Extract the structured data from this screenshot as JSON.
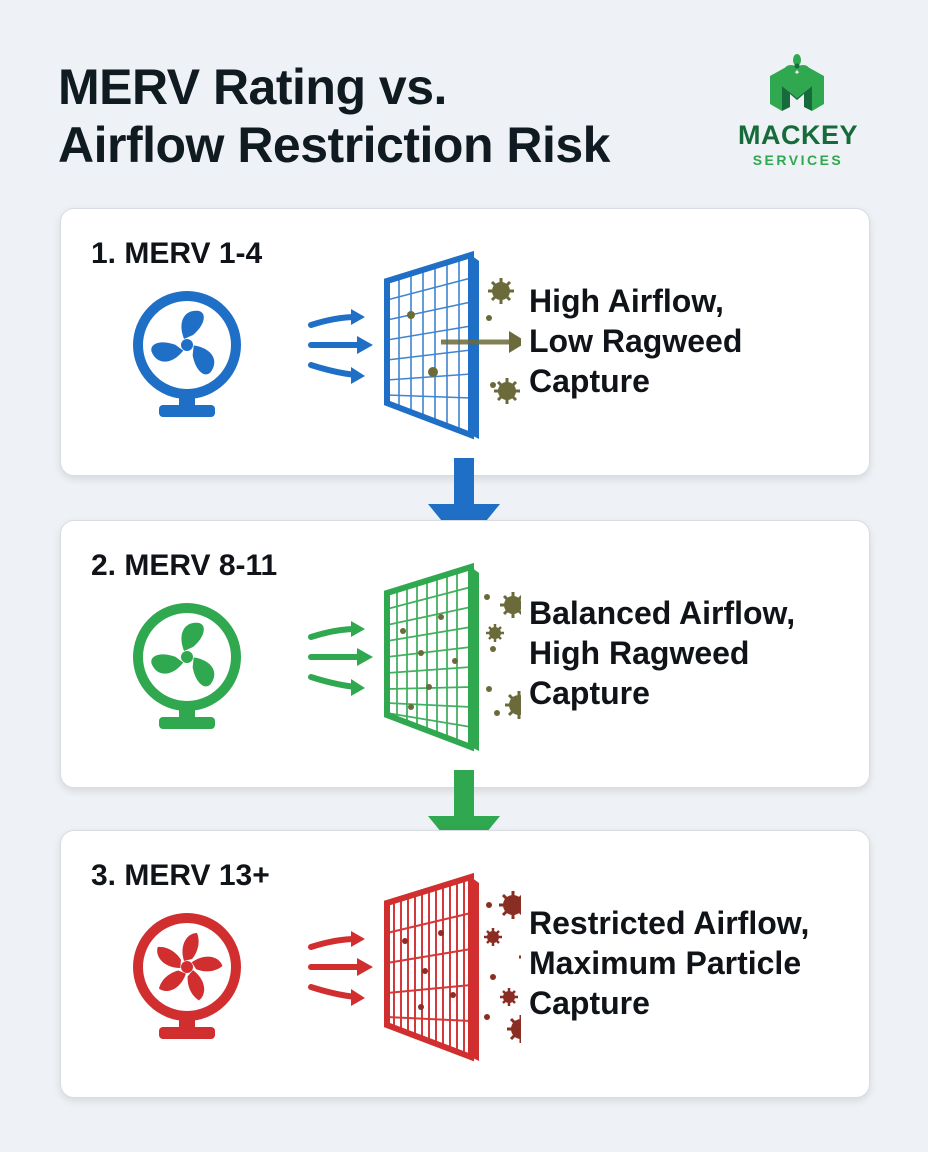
{
  "title": {
    "line1": "MERV Rating vs.",
    "line2": "Airflow Restriction Risk"
  },
  "logo": {
    "name": "MACKEY",
    "subtitle": "SERVICES",
    "mark_icon": "m-with-fan-icon",
    "color_dark": "#176b3a",
    "color_light": "#2fa84f"
  },
  "cards": [
    {
      "label": "1. MERV 1-4",
      "text_line1": "High Airflow,",
      "text_line2": "Low Ragweed",
      "text_line3": "Capture",
      "color": "#1f6fc7",
      "icons": [
        "fan-icon",
        "airflow-arrows-icon",
        "filter-grid-icon",
        "pollen-icon",
        "pass-through-arrow-icon"
      ]
    },
    {
      "label": "2. MERV 8-11",
      "text_line1": "Balanced Airflow,",
      "text_line2": "High Ragweed",
      "text_line3": "Capture",
      "color": "#2fa84f",
      "icons": [
        "fan-icon",
        "airflow-arrows-icon",
        "filter-grid-icon",
        "pollen-icon"
      ]
    },
    {
      "label": "3. MERV 13+",
      "text_line1": "Restricted Airflow,",
      "text_line2": "Maximum Particle",
      "text_line3": "Capture",
      "color": "#d12f2f",
      "icons": [
        "fan-icon",
        "airflow-arrows-icon",
        "filter-grid-icon",
        "pollen-icon"
      ]
    }
  ],
  "connectors": [
    {
      "color": "#1f6fc7",
      "icon": "down-arrow-icon"
    },
    {
      "color": "#2fa84f",
      "icon": "down-arrow-icon"
    }
  ],
  "pollen_color": "#6b6a3a",
  "pollen_color_red": "#8a2d22"
}
